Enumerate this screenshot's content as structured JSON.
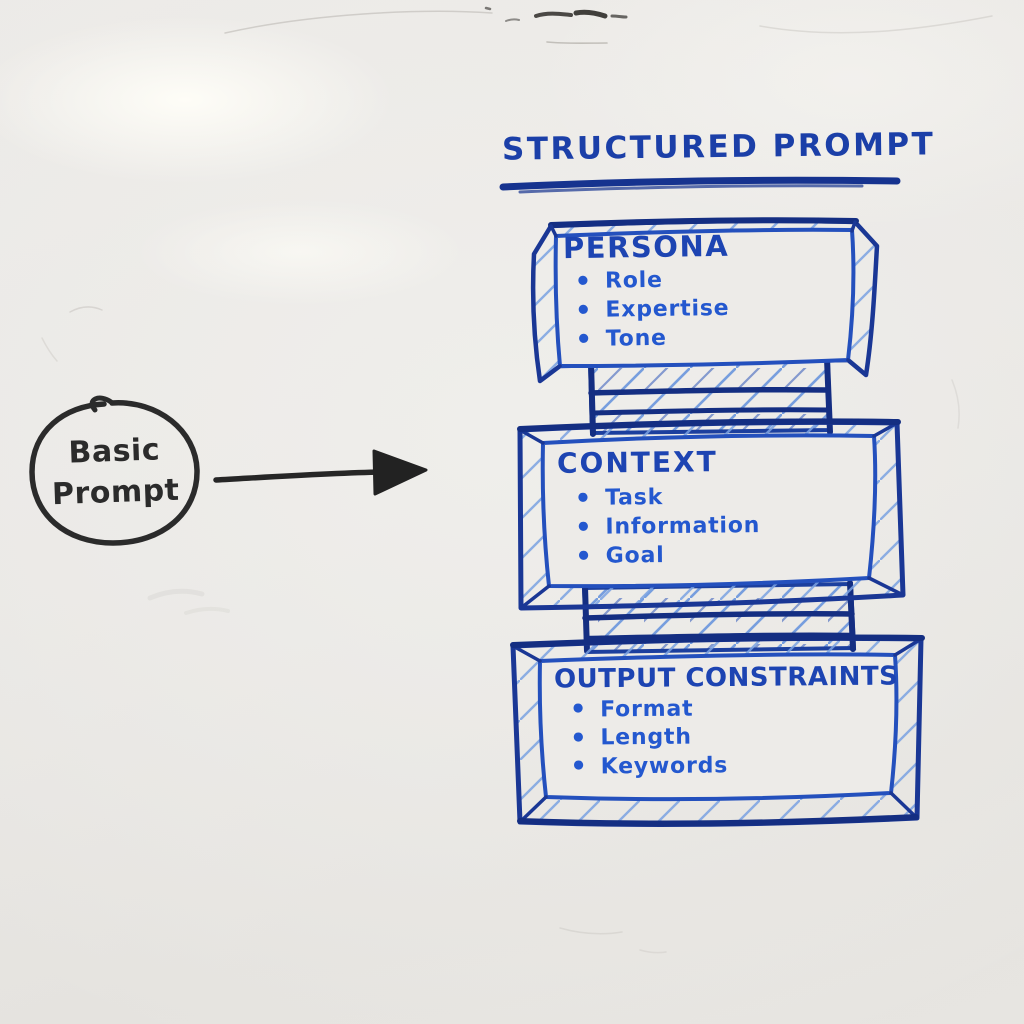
{
  "board": {
    "title": "STRUCTURED PROMPT",
    "bullet": "•",
    "source": {
      "line1": "Basic",
      "line2": "Prompt"
    },
    "boxes": [
      {
        "title": "PERSONA",
        "items": [
          "Role",
          "Expertise",
          "Tone"
        ]
      },
      {
        "title": "CONTEXT",
        "items": [
          "Task",
          "Information",
          "Goal"
        ]
      },
      {
        "title": "OUTPUT CONSTRAINTS",
        "items": [
          "Format",
          "Length",
          "Keywords"
        ]
      }
    ],
    "colors": {
      "marker_blue_dark": "#1a3795",
      "marker_blue": "#2458cf",
      "marker_black": "#262626"
    }
  }
}
